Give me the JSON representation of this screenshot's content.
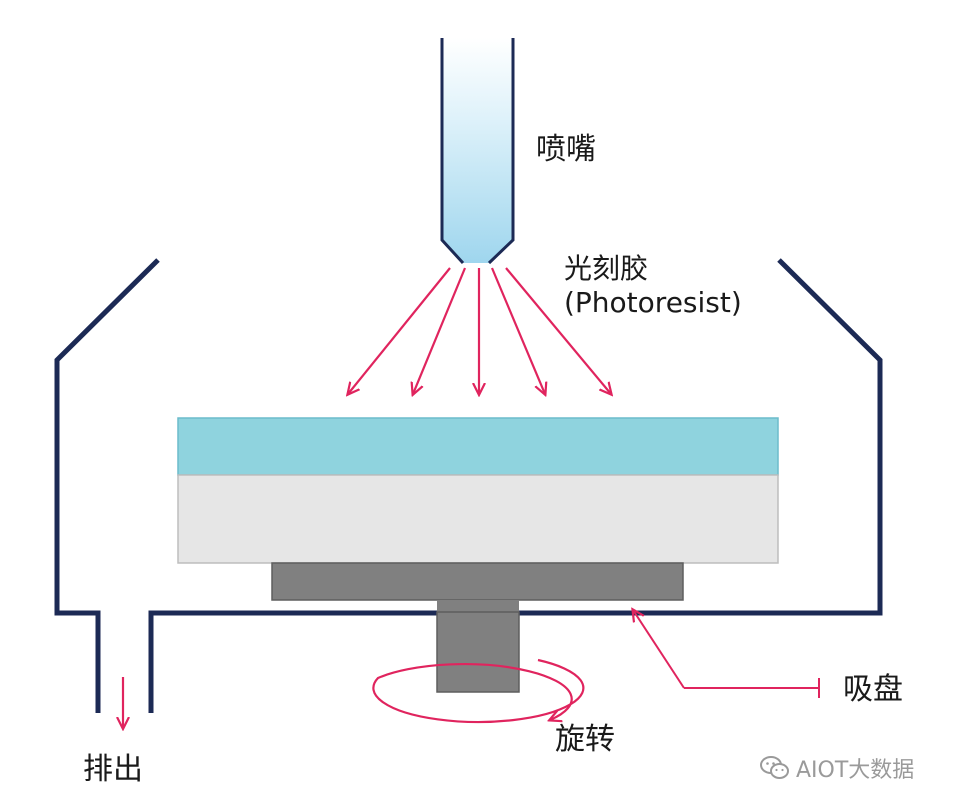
{
  "labels": {
    "nozzle": "喷嘴",
    "photoresist_cn": "光刻胶",
    "photoresist_en": "(Photoresist)",
    "chuck": "吸盘",
    "rotation": "旋转",
    "exhaust": "排出"
  },
  "watermark": {
    "text": "AIOT大数据",
    "icon": "wechat-icon"
  },
  "colors": {
    "chamber": "#1c2a55",
    "arrows": "#e0245e",
    "photoresist_layer": "#8fd3de",
    "wafer": "#e6e6e6",
    "chuck": "#808080",
    "nozzle_fill": "#b5dff0"
  }
}
